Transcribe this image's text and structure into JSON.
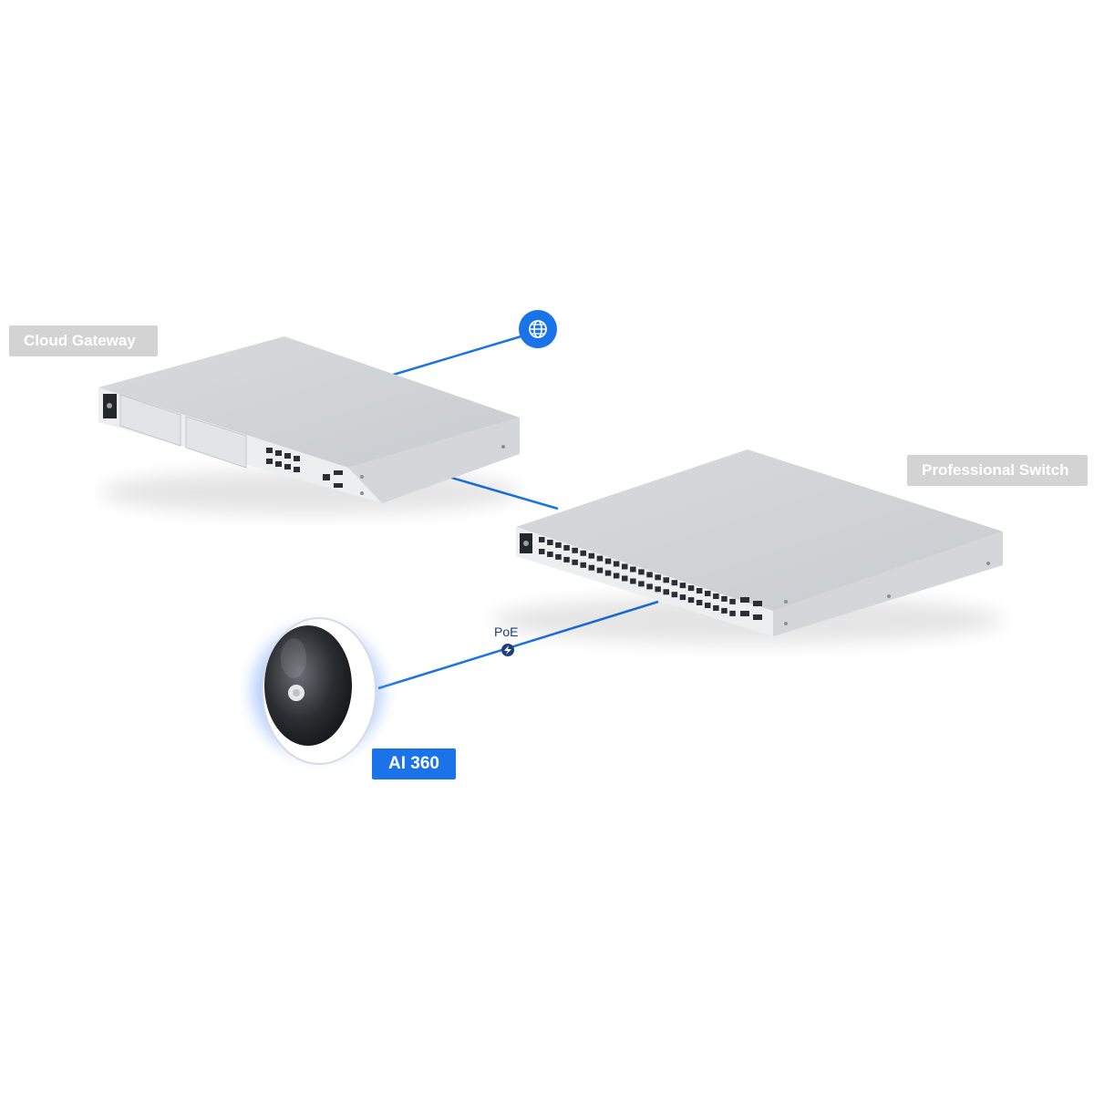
{
  "labels": {
    "cloud_gateway": "Cloud Gateway",
    "professional_switch": "Professional Switch",
    "camera": "AI 360",
    "poe": "PoE"
  },
  "icons": {
    "internet": "globe-icon",
    "power": "lightning-icon"
  },
  "colors": {
    "link": "#1a73e8",
    "camera_glow": "#4a8dff",
    "device_body": "#e3e5e8",
    "label_grey": "#d3d3d3",
    "camera_label": "#1a73e8"
  }
}
